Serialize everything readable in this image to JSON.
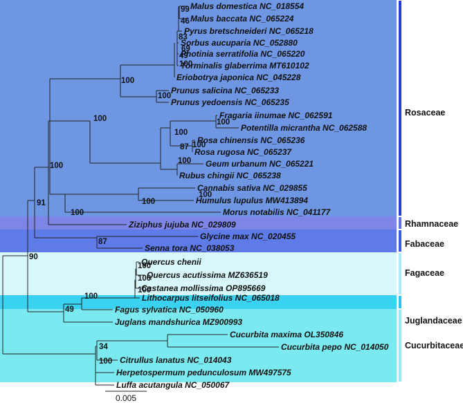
{
  "tree": {
    "taxa": [
      "Malus domestica NC_018554",
      "Malus baccata NC_065224",
      "Pyrus bretschneideri NC_065218",
      "Sorbus aucuparia NC_052880",
      "Photinia serratifolia NC_065220",
      "Torminalis glaberrima MT610102",
      "Eriobotrya japonica NC_045228",
      "Prunus salicina NC_065233",
      "Prunus yedoensis NC_065235",
      "Fragaria iinumae NC_062591",
      "Potentilla micrantha NC_062588",
      "Rosa chinensis NC_065236",
      "Rosa rugosa NC_065237",
      "Geum urbanum NC_065221",
      "Rubus chingii NC_065238",
      "Cannabis sativa NC_029855",
      "Humulus lupulus MW413894",
      "Morus notabilis NC_041177",
      "Ziziphus jujuba NC_029809",
      "Glycine max NC_020455",
      "Senna tora NC_038053",
      "Quercus chenii",
      "Quercus acutissima MZ636519",
      "Castanea mollissima OP895669",
      "Lithocarpus litseifolius NC_065018",
      "Fagus sylvatica NC_050960",
      "Juglans mandshurica MZ900993",
      "Cucurbita maxima OL350846",
      "Cucurbita pepo NC_014050",
      "Citrullus lanatus NC_014043",
      "Herpetospermum pedunculosum MW497575",
      "Luffa acutangula NC_050067"
    ],
    "supports": [
      "99",
      "46",
      "83",
      "69",
      "49",
      "100",
      "100",
      "100",
      "100",
      "87",
      "100",
      "100",
      "100",
      "100",
      "100",
      "100",
      "91",
      "100",
      "100",
      "87",
      "90",
      "100",
      "100",
      "100",
      "100",
      "49",
      "34",
      "100"
    ],
    "families": [
      {
        "name": "Rosaceae",
        "color": "#6e96e3",
        "bar": "#2a3bd6"
      },
      {
        "name": "Rhamnaceae",
        "color": "#7d86e6",
        "bar": "#6070e0"
      },
      {
        "name": "Fabaceae",
        "color": "#5f7be8",
        "bar": "#3d59e6"
      },
      {
        "name": "Fagaceae",
        "color": "#d8f7fb",
        "bar": "#aee8f5"
      },
      {
        "name": "Juglandaceae",
        "color": "#3bd2f2",
        "bar": "#2ac4ec"
      },
      {
        "name": "Cucurbitaceae",
        "color": "#7beaf0",
        "bar": "#9ae8f3"
      }
    ],
    "scale_bar_label": "0.005"
  }
}
